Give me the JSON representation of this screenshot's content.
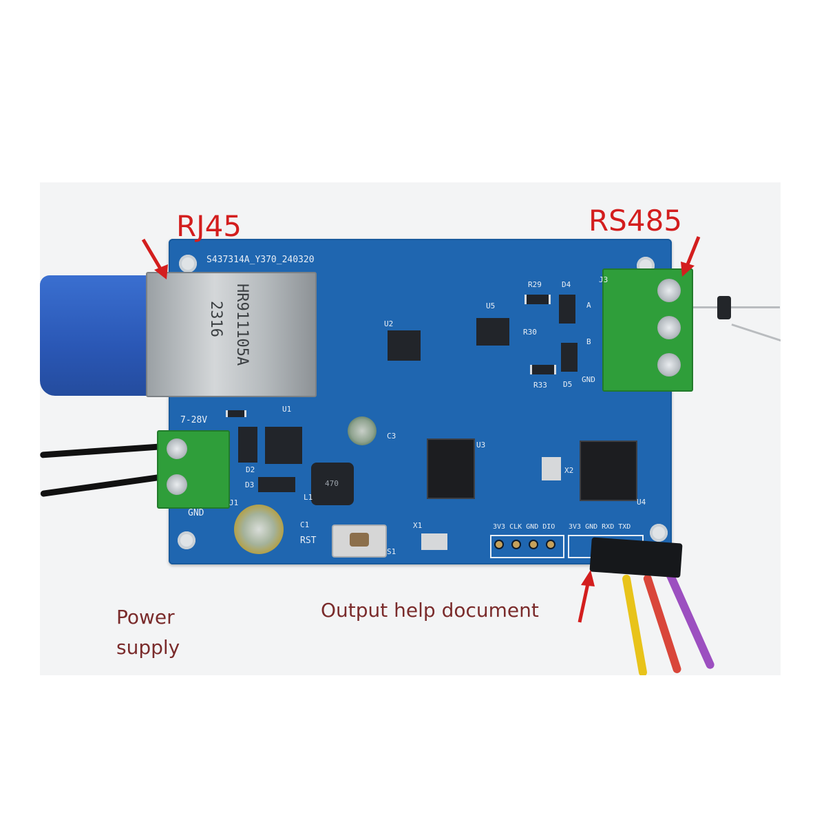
{
  "labels": {
    "rj45": "RJ45",
    "rs485": "RS485",
    "output_help": "Output help document",
    "power_line1": "Power",
    "power_line2": "supply"
  },
  "silkscreen": {
    "board_id": "S437314A_Y370_240320",
    "voltage": "7-28V",
    "gnd": "GND",
    "rst": "RST",
    "j3": "J3",
    "r29": "R29",
    "d4": "D4",
    "r30": "R30",
    "r33": "R33",
    "d5": "D5",
    "term_a": "A",
    "term_b": "B",
    "term_gnd": "GND",
    "u1": "U1",
    "u2": "U2",
    "u3": "U3",
    "u4": "U4",
    "u5": "U5",
    "c3": "C3",
    "c1": "C1",
    "l1": "L1",
    "d2": "D2",
    "d3": "D3",
    "j1": "J1",
    "x1": "X1",
    "x2": "X2",
    "s1": "S1",
    "p1_pins": "3V3 CLK GND DIO",
    "p2_pins": "3V3 GND RXD TXD",
    "inductor": "470"
  },
  "rj45_marks": {
    "model": "HR911105A",
    "date": "2316"
  },
  "colors": {
    "board": "#1f66b0",
    "label_red": "#d31e1e",
    "label_brown": "#7a2b2b",
    "terminal_green": "#2f9e3a",
    "wire_yellow": "#e8c31a",
    "wire_red": "#d9463a",
    "wire_purple": "#9c4fc0"
  }
}
